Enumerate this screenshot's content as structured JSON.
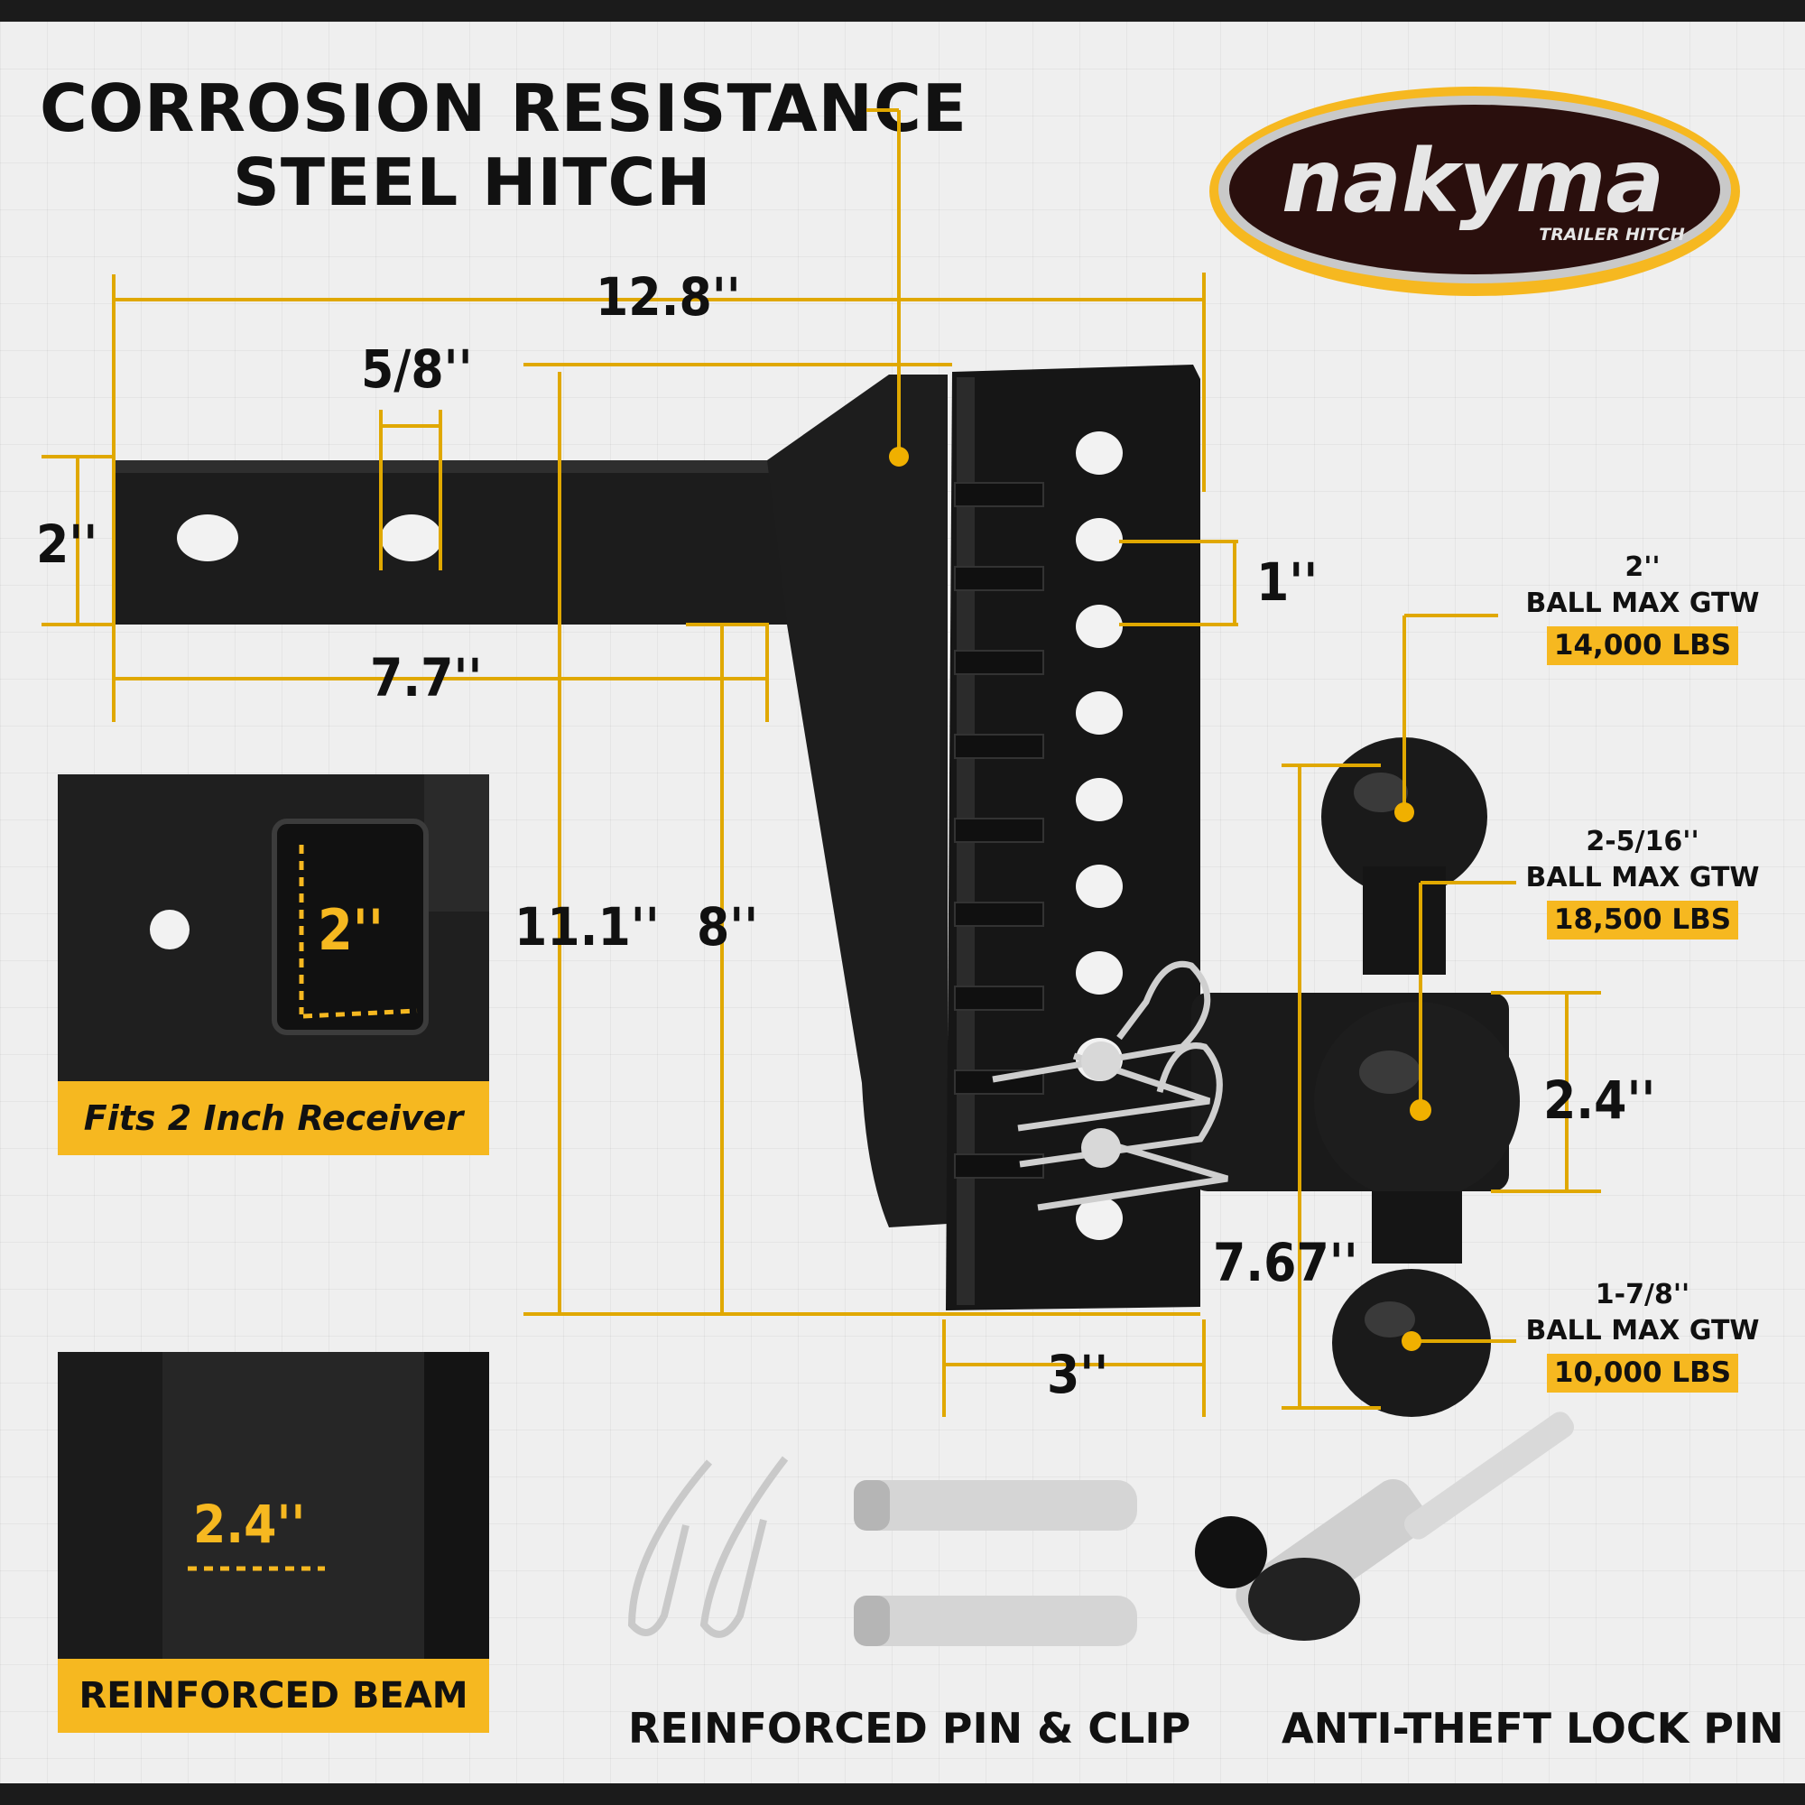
{
  "title": {
    "line1": "CORROSION RESISTANCE",
    "line2": "STEEL HITCH"
  },
  "brand": {
    "name": "nakyma",
    "sub": "TRAILER HITCH"
  },
  "dimensions": {
    "overall_length": "12.8''",
    "hole_diameter": "5/8''",
    "shank_height": "2''",
    "shank_length": "7.7''",
    "hole_spacing": "1''",
    "total_height": "11.1''",
    "max_drop": "8''",
    "ball_stack_height": "7.67''",
    "ball_mount_width": "2.4''",
    "plate_width": "3''"
  },
  "balls": [
    {
      "size": "2''",
      "label": "BALL MAX GTW",
      "capacity": "14,000 LBS"
    },
    {
      "size": "2-5/16''",
      "label": "BALL MAX GTW",
      "capacity": "18,500 LBS"
    },
    {
      "size": "1-7/8''",
      "label": "BALL MAX GTW",
      "capacity": "10,000 LBS"
    }
  ],
  "insets": {
    "receiver": {
      "value": "2''",
      "caption": "Fits 2 Inch Receiver"
    },
    "beam": {
      "value": "2.4''",
      "caption": "REINFORCED BEAM"
    }
  },
  "accessories": {
    "pins": "REINFORCED PIN & CLIP",
    "lock": "ANTI-THEFT LOCK PIN"
  },
  "colors": {
    "accent": "#f6b820",
    "steel": "#1a1a1a",
    "background": "#efefef"
  }
}
